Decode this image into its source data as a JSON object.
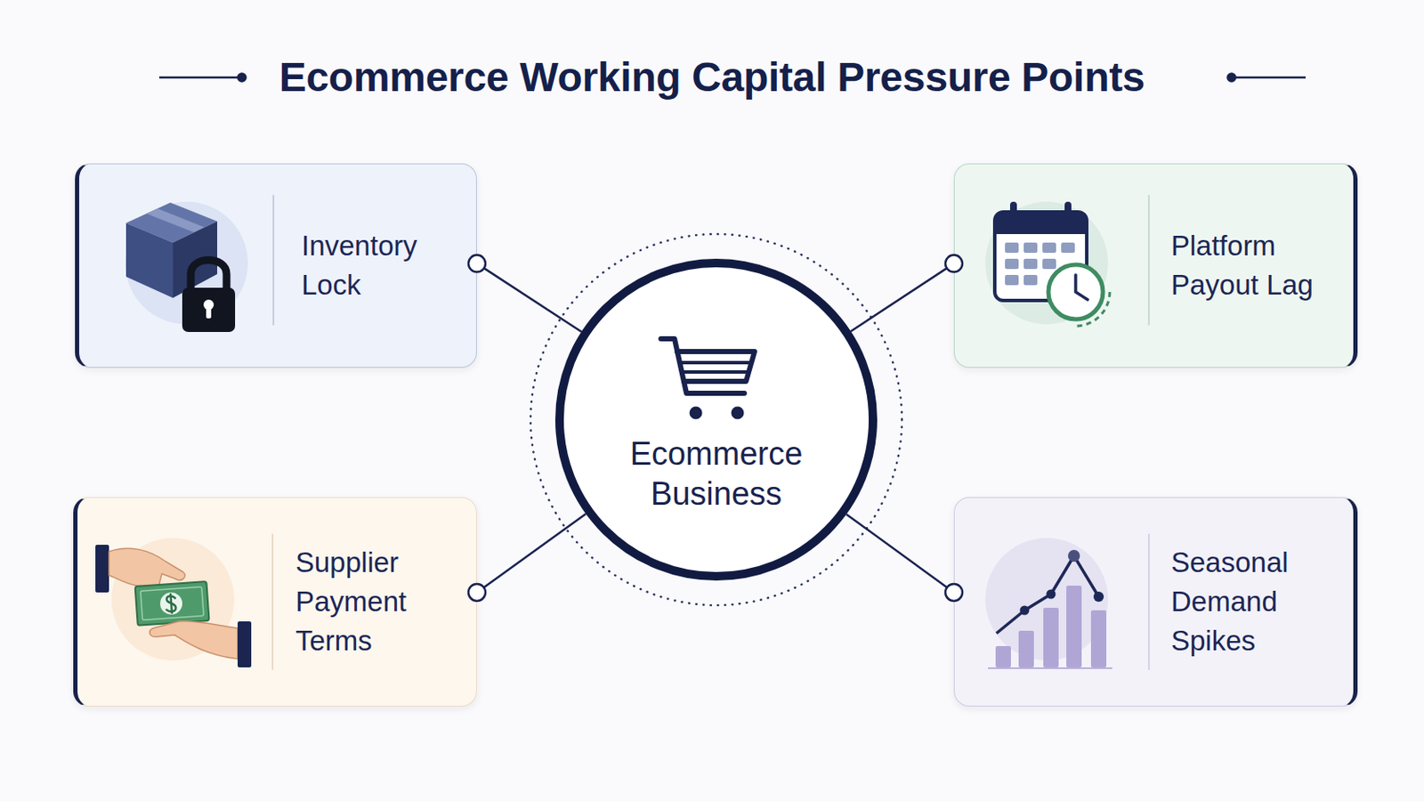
{
  "diagram": {
    "title": "Ecommerce Working Capital Pressure Points",
    "nodes": [
      {
        "text": [
          "Inventory Lock"
        ]
      },
      {
        "text": [
          "Platform Payout Lag"
        ]
      },
      {
        "text": [
          "Ecommerce Business"
        ]
      },
      {
        "text": [
          "Supplier Payment Terms"
        ]
      },
      {
        "text": [
          "Seasonal Demand Spikes"
        ]
      }
    ],
    "edges": [
      {
        "from": 2,
        "to": 0,
        "arrow": "none"
      },
      {
        "from": 2,
        "to": 1,
        "arrow": "none"
      },
      {
        "from": 2,
        "to": 3,
        "arrow": "none"
      },
      {
        "from": 2,
        "to": 4,
        "arrow": "none"
      }
    ]
  }
}
